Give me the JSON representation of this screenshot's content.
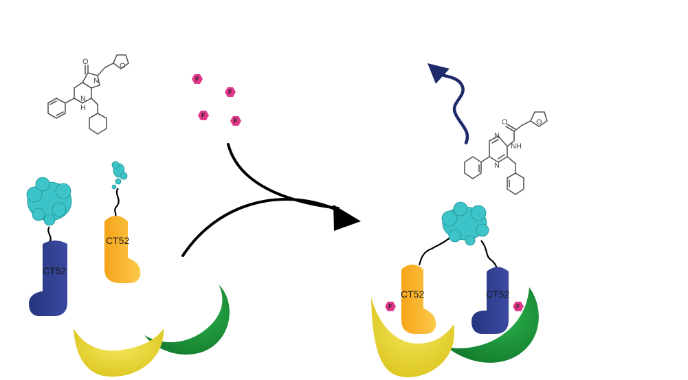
{
  "colors": {
    "cyan_protein": "#3cc4c8",
    "blue_ct52": "#2e3d8f",
    "orange_ct52": "#f5b020",
    "yellow_crescent": "#e8d020",
    "green_crescent": "#1a9a3a",
    "pink_hex": "#e0388a",
    "arrow_black": "#000000",
    "wave_navy": "#1e2a6a",
    "molecule_gray": "#555555"
  },
  "labels": {
    "ct52_blue_left": "CT52",
    "ct52_orange_left": "CT52",
    "ct52_orange_right": "CT52",
    "ct52_blue_right": "CT52",
    "fluor": "F"
  },
  "atoms": {
    "oxygen": "O",
    "nitrogen": "N",
    "nh": "N",
    "h": "H",
    "nh_amide": "NH"
  },
  "icons": [
    "reaction-arrow",
    "light-emission-wave-icon",
    "fluorophore-hex-icon"
  ]
}
